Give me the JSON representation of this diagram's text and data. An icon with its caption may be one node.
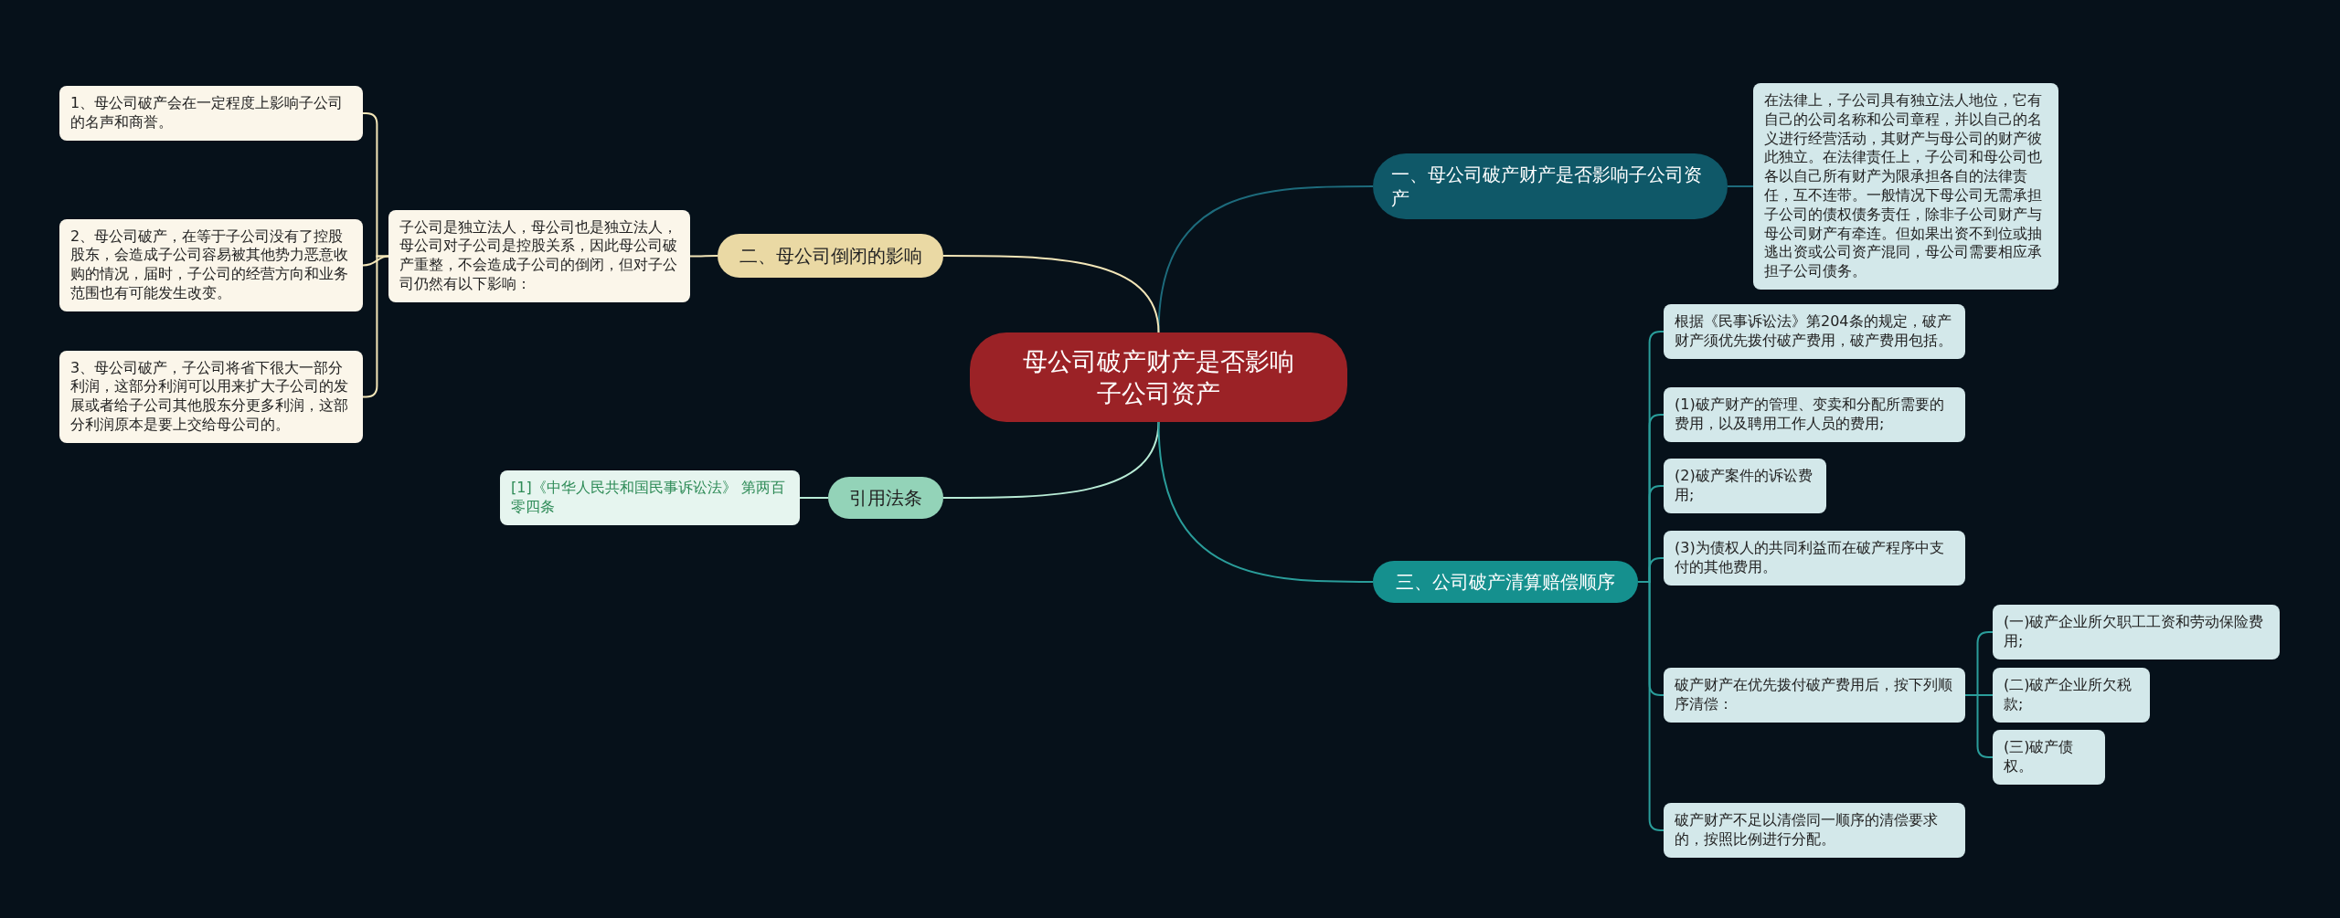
{
  "diagram": {
    "nodes": [
      {
        "text": [
          "母公司破产财产是否影响子公司资产"
        ]
      },
      {
        "text": [
          "一、母公司破产财产是否影响子公司资产"
        ]
      },
      {
        "text": [
          "在法律上，子公司具有独立法人地位，它有自己的公司名称和公司章程，并以自己的名义进行经营活动，其财产与母公司的财产彼此独立。在法律责任上，子公司和母公司也各以自己所有财产为限承担各自的法律责任，互不连带。一般情况下母公司无需承担子公司的债权债务责任，除非子公司财产与母公司财产有牵连。但如果出资不到位或抽逃出资或公司资产混同，母公司需要相应承担子公司债务。"
        ]
      },
      {
        "text": [
          "二、母公司倒闭的影响"
        ]
      },
      {
        "text": [
          "子公司是独立法人，母公司也是独立法人，母公司对子公司是控股关系，因此母公司破产重整，不会造成子公司的倒闭，但对子公司仍然有以下影响："
        ]
      },
      {
        "text": [
          "1、母公司破产会在一定程度上影响子公司的名声和商誉。"
        ]
      },
      {
        "text": [
          "2、母公司破产，在等于子公司没有了控股股东，会造成子公司容易被其他势力恶意收购的情况，届时，子公司的经营方向和业务范围也有可能发生改变。"
        ]
      },
      {
        "text": [
          "3、母公司破产，子公司将省下很大一部分利润，这部分利润可以用来扩大子公司的发展或者给子公司其他股东分更多利润，这部分利润原本是要上交给母公司的。"
        ]
      },
      {
        "text": [
          "引用法条"
        ]
      },
      {
        "text": [
          "[1]《中华人民共和国民事诉讼法》 第两百零四条"
        ]
      },
      {
        "text": [
          "三、公司破产清算赔偿顺序"
        ]
      },
      {
        "text": [
          "根据《民事诉讼法》第204条的规定，破产财产须优先拨付破产费用，破产费用包括。"
        ]
      },
      {
        "text": [
          "(1)破产财产的管理、变卖和分配所需要的费用，以及聘用工作人员的费用;"
        ]
      },
      {
        "text": [
          "(2)破产案件的诉讼费用;"
        ]
      },
      {
        "text": [
          "(3)为债权人的共同利益而在破产程序中支付的其他费用。"
        ]
      },
      {
        "text": [
          "破产财产在优先拨付破产费用后，按下列顺序清偿："
        ]
      },
      {
        "text": [
          "(一)破产企业所欠职工工资和劳动保险费用;"
        ]
      },
      {
        "text": [
          "(二)破产企业所欠税款;"
        ]
      },
      {
        "text": [
          "(三)破产债权。"
        ]
      },
      {
        "text": [
          "破产财产不足以清偿同一顺序的清偿要求的，按照比例进行分配。"
        ]
      }
    ],
    "edges": [
      {
        "from": 0,
        "to": 1,
        "arrow": "none",
        "color": "#1d6b7c"
      },
      {
        "from": 1,
        "to": 2,
        "arrow": "none",
        "color": "#1d6b7c"
      },
      {
        "from": 0,
        "to": 3,
        "arrow": "none",
        "color": "#f3e6b8"
      },
      {
        "from": 3,
        "to": 4,
        "arrow": "none",
        "color": "#f3e6b8"
      },
      {
        "from": 4,
        "to": 5,
        "arrow": "none",
        "color": "#f3e6b8"
      },
      {
        "from": 4,
        "to": 6,
        "arrow": "none",
        "color": "#f3e6b8"
      },
      {
        "from": 4,
        "to": 7,
        "arrow": "none",
        "color": "#f3e6b8"
      },
      {
        "from": 0,
        "to": 8,
        "arrow": "none",
        "color": "#b8ecd6"
      },
      {
        "from": 8,
        "to": 9,
        "arrow": "none",
        "color": "#b8ecd6"
      },
      {
        "from": 0,
        "to": 10,
        "arrow": "none"
      },
      {
        "from": 10,
        "to": 11,
        "arrow": "none"
      },
      {
        "from": 10,
        "to": 12,
        "arrow": "none"
      },
      {
        "from": 10,
        "to": 13,
        "arrow": "none"
      },
      {
        "from": 10,
        "to": 14,
        "arrow": "none"
      },
      {
        "from": 10,
        "to": 15,
        "arrow": "none"
      },
      {
        "from": 15,
        "to": 16,
        "arrow": "none"
      },
      {
        "from": 15,
        "to": 17,
        "arrow": "none"
      },
      {
        "from": 15,
        "to": 18,
        "arrow": "none"
      },
      {
        "from": 10,
        "to": 19,
        "arrow": "none"
      }
    ]
  }
}
